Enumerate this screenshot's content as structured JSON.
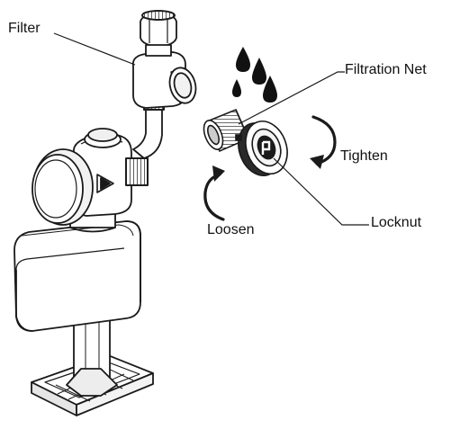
{
  "labels": {
    "filter": "Filter",
    "filtration_net": "Filtration Net",
    "tighten": "Tighten",
    "locknut": "Locknut",
    "loosen": "Loosen"
  },
  "colors": {
    "line": "#1a1a1a",
    "fill": "#ffffff",
    "shade": "#d9d9d9",
    "dark": "#222222"
  }
}
